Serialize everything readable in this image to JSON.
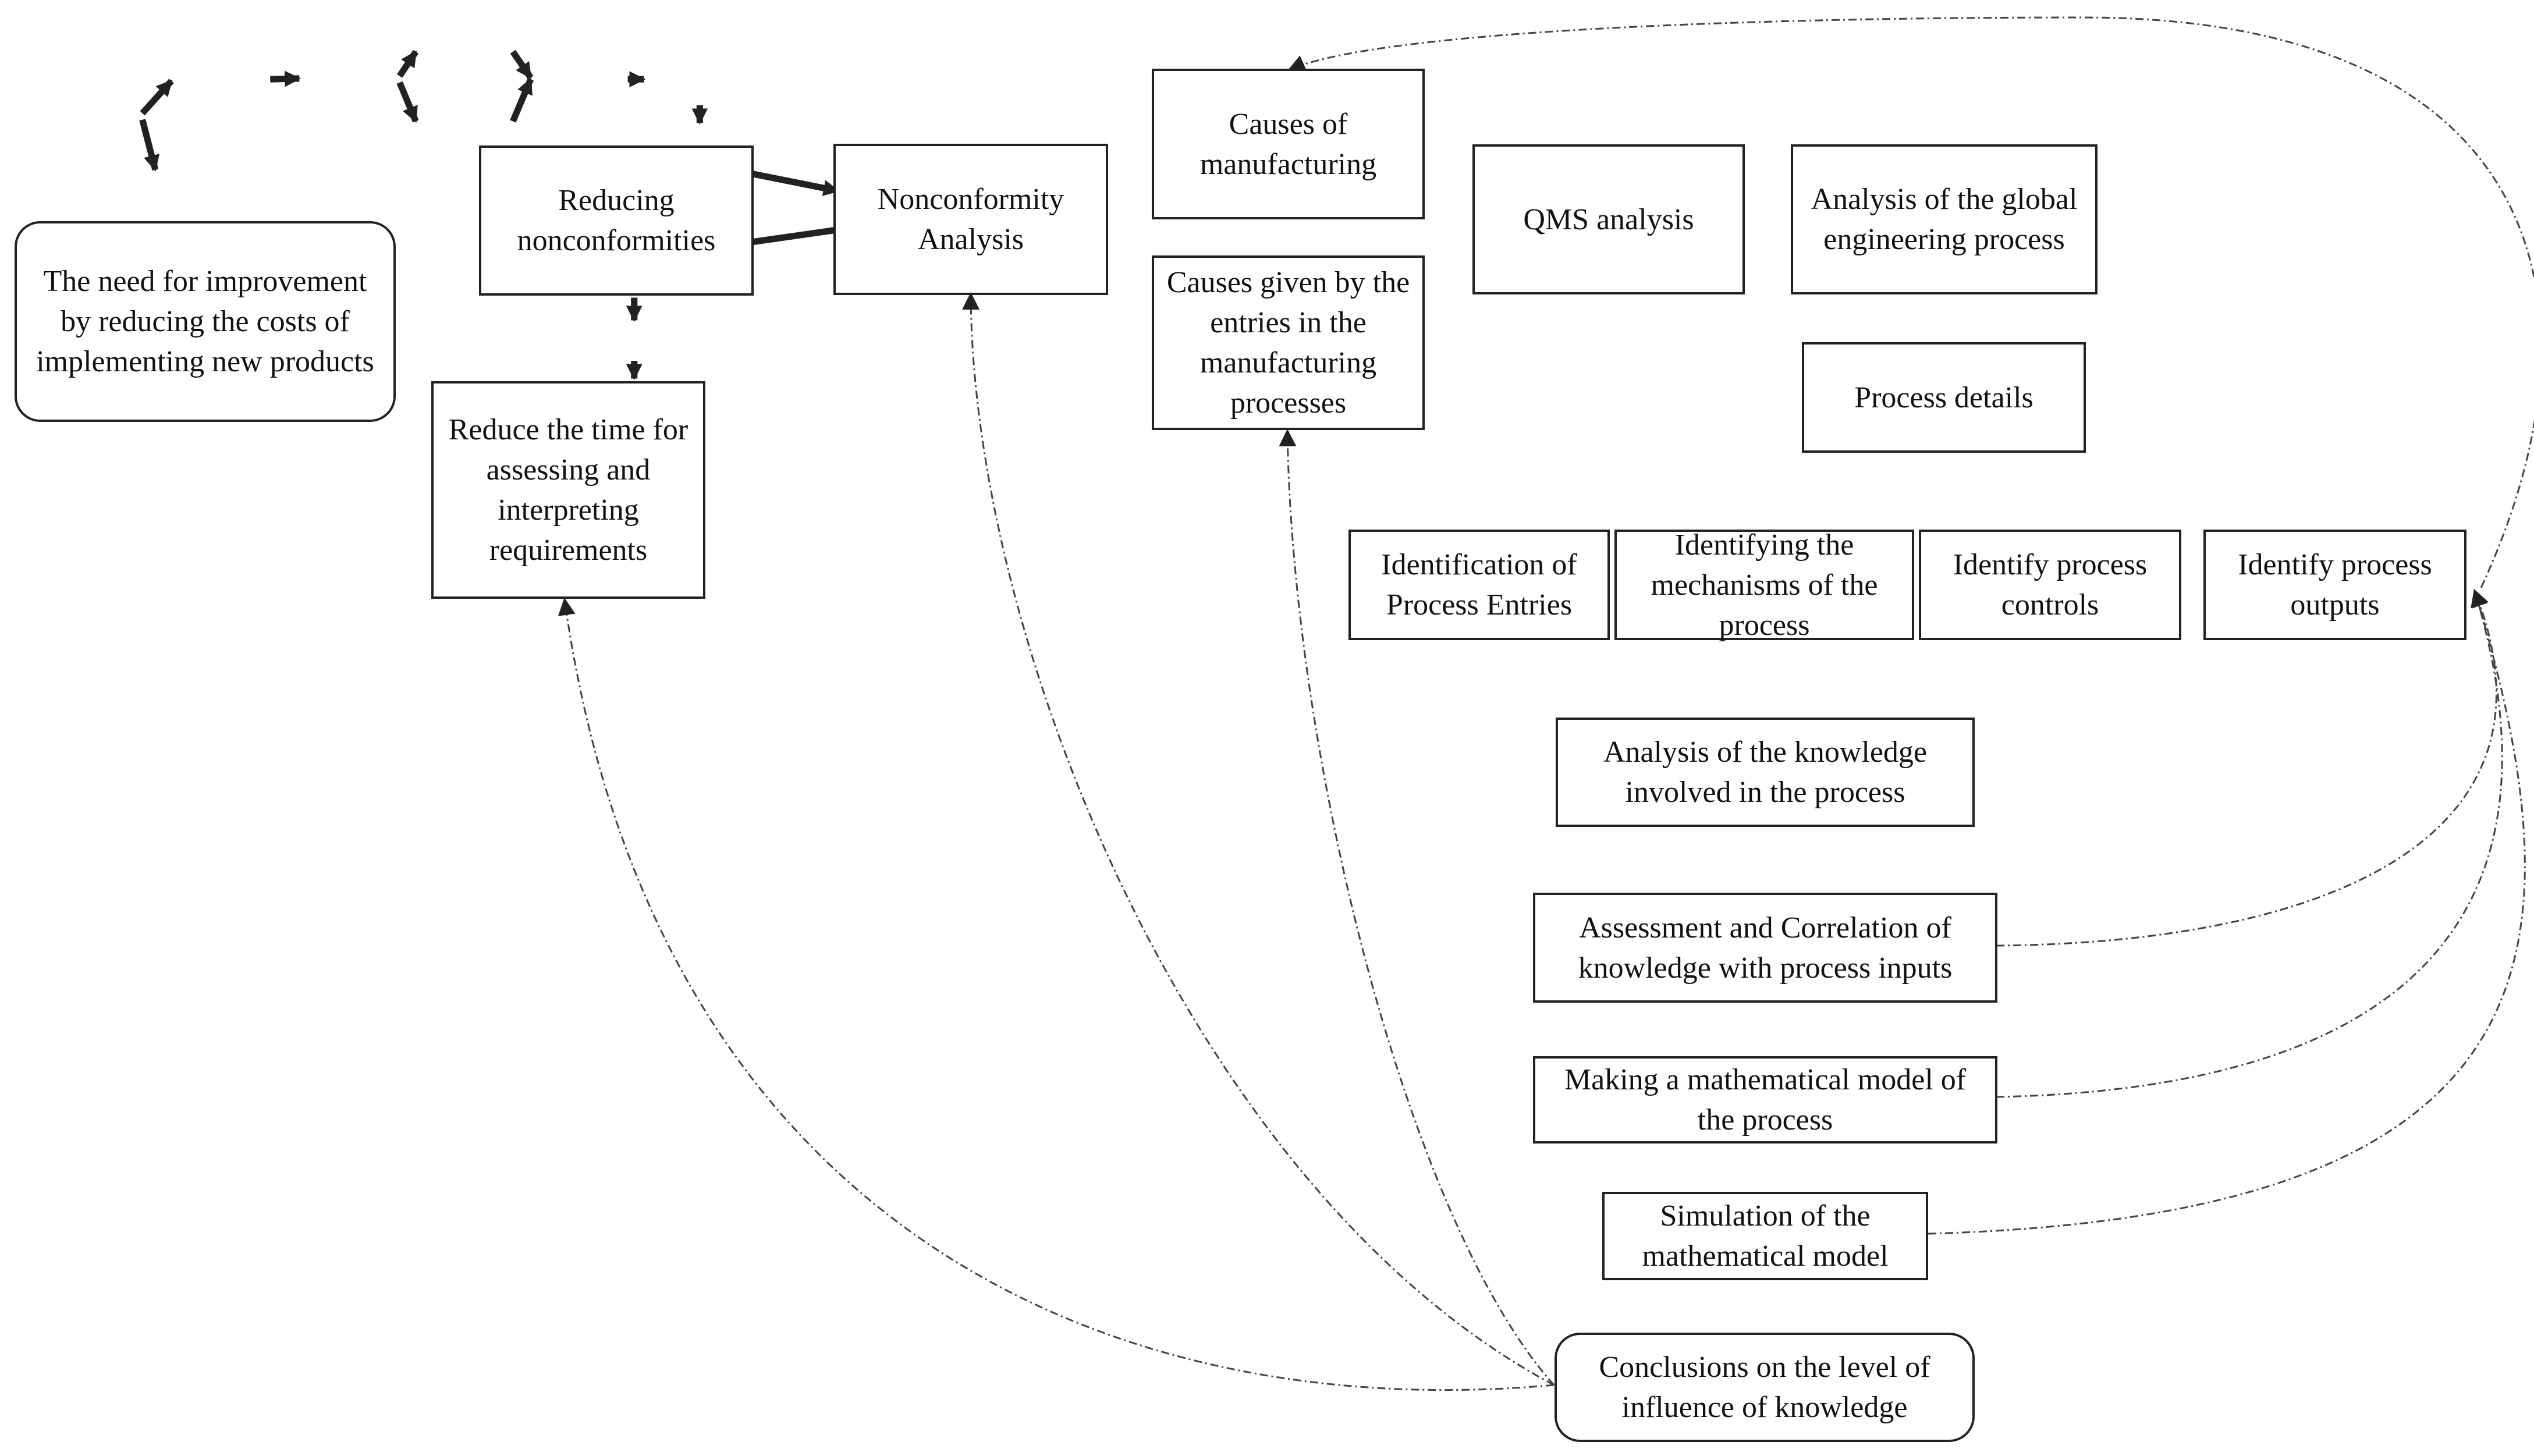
{
  "nodes": {
    "need": "The need for improvement by reducing the costs of implementing new products",
    "reducing_nonconformities": "Reducing nonconformities",
    "reduce_time": "Reduce the time for assessing and interpreting requirements",
    "nonconformity_analysis": "Nonconformity Analysis",
    "causes_manufacturing": "Causes of manufacturing",
    "causes_entries": "Causes given by the entries in the manufacturing processes",
    "qms_analysis": "QMS analysis",
    "global_engineering": "Analysis of the global engineering process",
    "process_details": "Process details",
    "process_entries": "Identification of Process Entries",
    "mechanisms": "Identifying the mechanisms of the process",
    "controls": "Identify process controls",
    "outputs": "Identify process outputs",
    "knowledge_analysis": "Analysis of the knowledge involved in the process",
    "assessment": "Assessment and Correlation of knowledge with process inputs",
    "math_model": "Making a mathematical model of the process",
    "simulation": "Simulation of the mathematical model",
    "conclusions": "Conclusions on the level of influence of knowledge"
  },
  "colors": {
    "stroke": "#222222",
    "text": "#111111",
    "background": "#ffffff"
  }
}
